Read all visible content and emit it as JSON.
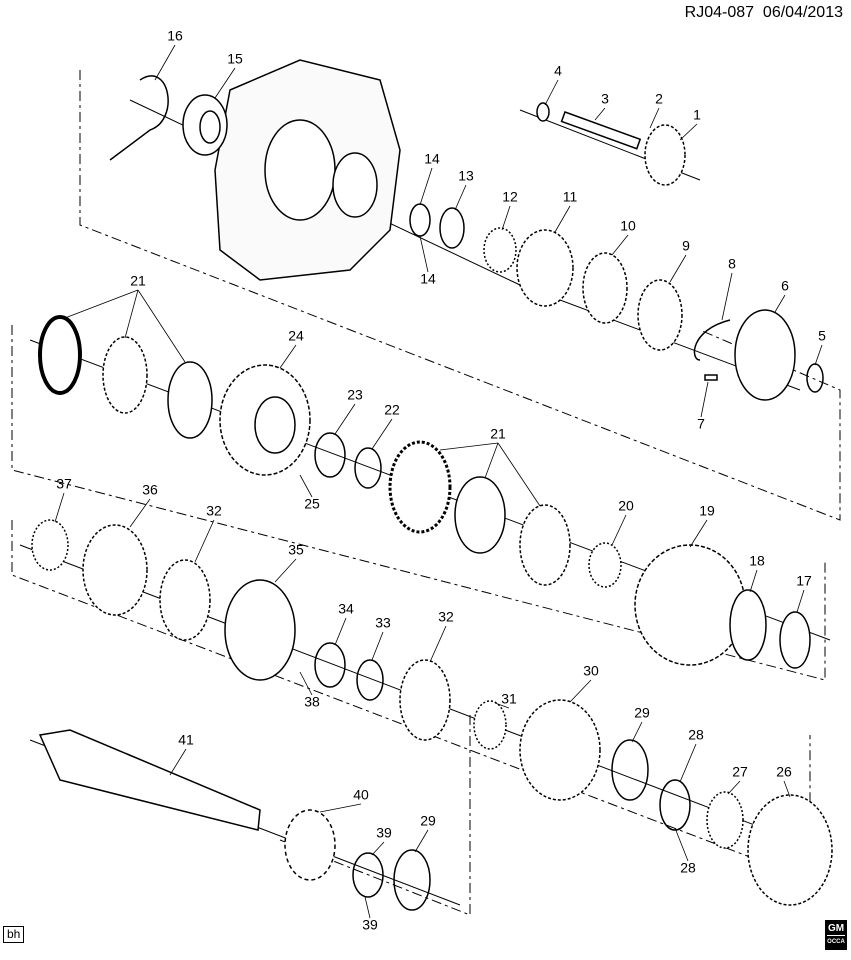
{
  "header": {
    "code": "RJ04-087",
    "date": "06/04/2013"
  },
  "footer": {
    "tag": "bh",
    "logo_text": "GM",
    "logo_sub": "OCCA"
  },
  "callouts": [
    "16",
    "15",
    "4",
    "3",
    "2",
    "1",
    "14",
    "13",
    "12",
    "11",
    "10",
    "9",
    "8",
    "6",
    "5",
    "7",
    "14",
    "21",
    "24",
    "23",
    "22",
    "25",
    "21",
    "20",
    "19",
    "18",
    "17",
    "37",
    "36",
    "32",
    "35",
    "34",
    "33",
    "38",
    "32",
    "31",
    "30",
    "29",
    "28",
    "27",
    "26",
    "28",
    "41",
    "40",
    "39",
    "29",
    "39"
  ]
}
